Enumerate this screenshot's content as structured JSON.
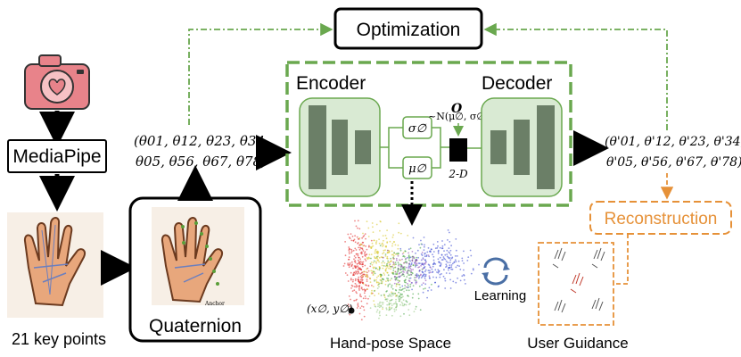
{
  "diagram": {
    "optimization_label": "Optimization",
    "mediapipe_label": "MediaPipe",
    "keypoints_label": "21 key points",
    "quaternion_label": "Quaternion",
    "encoder_label": "Encoder",
    "decoder_label": "Decoder",
    "sigma_label": "σ∅",
    "mu_label": "μ∅",
    "latent_label": "O",
    "normal_label": "~N(μ∅, σ∅)",
    "dim_label": "2-D",
    "input_angles_line1": "(θ01, θ12, θ23, θ34,",
    "input_angles_line2": "θ05, θ56, θ67, θ78)",
    "output_angles_line1": "(θ'01, θ'12, θ'23, θ'34,",
    "output_angles_line2": "θ'05, θ'56, θ'67, θ'78)",
    "reconstruction_label": "Reconstruction",
    "learning_label": "Learning",
    "space_label": "Hand-pose Space",
    "guidance_label": "User Guidance",
    "point_label": "(x∅, y∅)",
    "anchor_label": "Anchor",
    "colors": {
      "green_dash": "#6aa84f",
      "encoder_fill": "#d9ead3",
      "block_fill": "#6b7f67",
      "orange": "#e69138",
      "camera": "#e8838a",
      "hand": "#e8a77c"
    }
  }
}
